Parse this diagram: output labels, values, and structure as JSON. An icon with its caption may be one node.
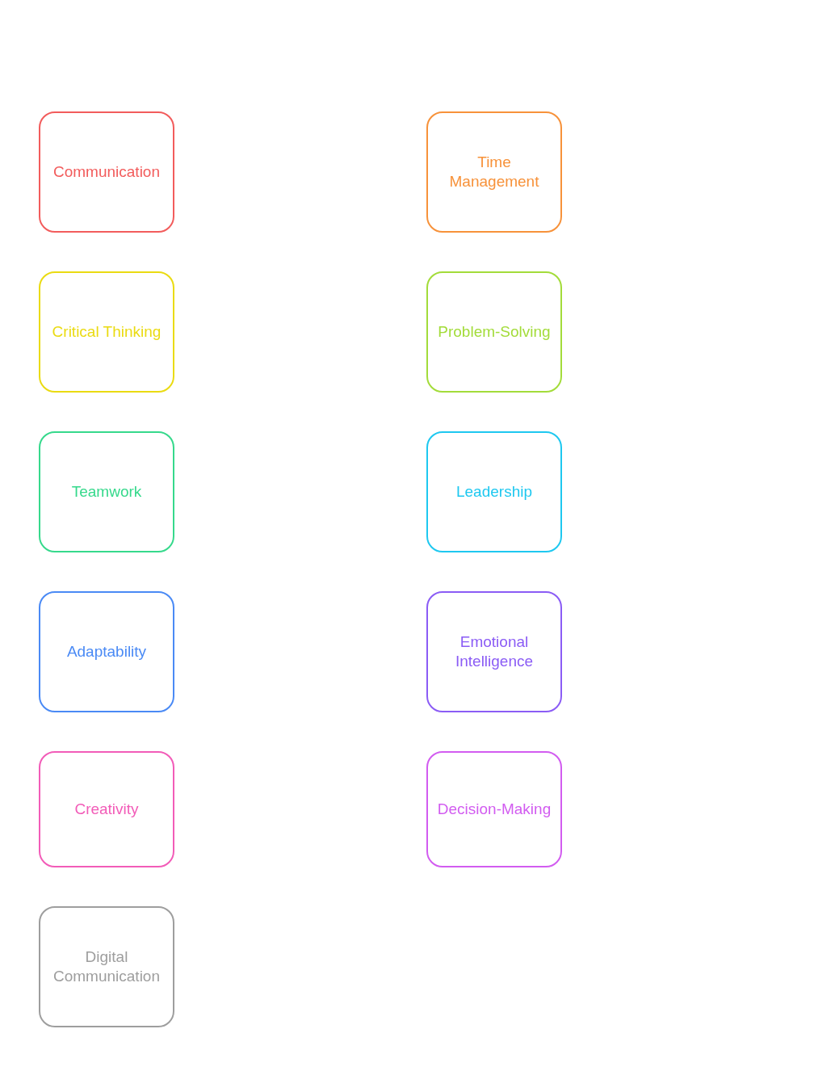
{
  "diagram": {
    "nodes": [
      {
        "text": [
          "Communication"
        ]
      },
      {
        "text": [
          "Time Management"
        ]
      },
      {
        "text": [
          "Critical Thinking"
        ]
      },
      {
        "text": [
          "Problem-Solving"
        ]
      },
      {
        "text": [
          "Teamwork"
        ]
      },
      {
        "text": [
          "Leadership"
        ]
      },
      {
        "text": [
          "Adaptability"
        ]
      },
      {
        "text": [
          "Emotional Intelligence"
        ]
      },
      {
        "text": [
          "Creativity"
        ]
      },
      {
        "text": [
          "Decision-Making"
        ]
      },
      {
        "text": [
          "Digital Communication"
        ]
      }
    ]
  }
}
